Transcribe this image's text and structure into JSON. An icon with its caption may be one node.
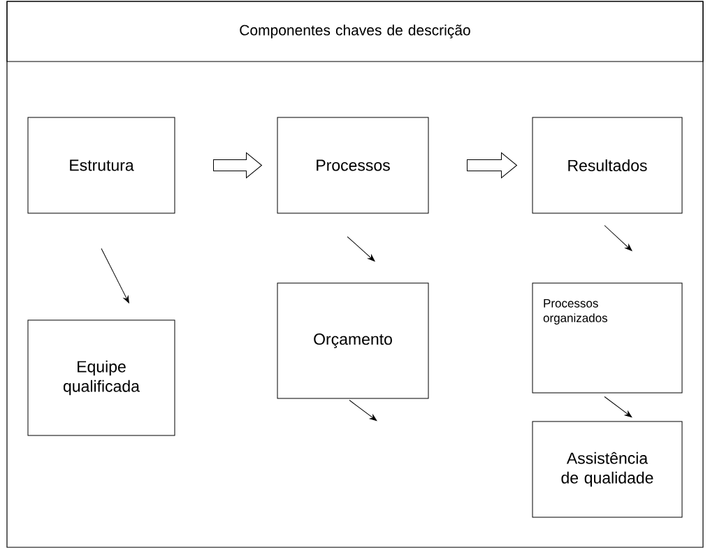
{
  "diagram": {
    "nodes": [
      {
        "text": [
          "Componentes chaves de descrição"
        ]
      },
      {
        "text": [
          "Estrutura"
        ]
      },
      {
        "text": [
          "Processos"
        ]
      },
      {
        "text": [
          "Resultados"
        ]
      },
      {
        "text": [
          "Equipe qualificada"
        ]
      },
      {
        "text": [
          "Orçamento"
        ]
      },
      {
        "text": [
          "Processos organizados"
        ]
      },
      {
        "text": [
          "Assistência de qualidade"
        ]
      }
    ],
    "edges": [
      {
        "from": 1,
        "to": 2,
        "arrow": "to",
        "style": "thick"
      },
      {
        "from": 2,
        "to": 3,
        "arrow": "to",
        "style": "thick"
      },
      {
        "from": 1,
        "to": 4,
        "arrow": "to"
      },
      {
        "from": 2,
        "to": 5,
        "arrow": "to"
      },
      {
        "from": 5,
        "to": null,
        "arrow": "to"
      },
      {
        "from": 3,
        "to": 6,
        "arrow": "to"
      },
      {
        "from": 6,
        "to": 7,
        "arrow": "to"
      }
    ]
  }
}
